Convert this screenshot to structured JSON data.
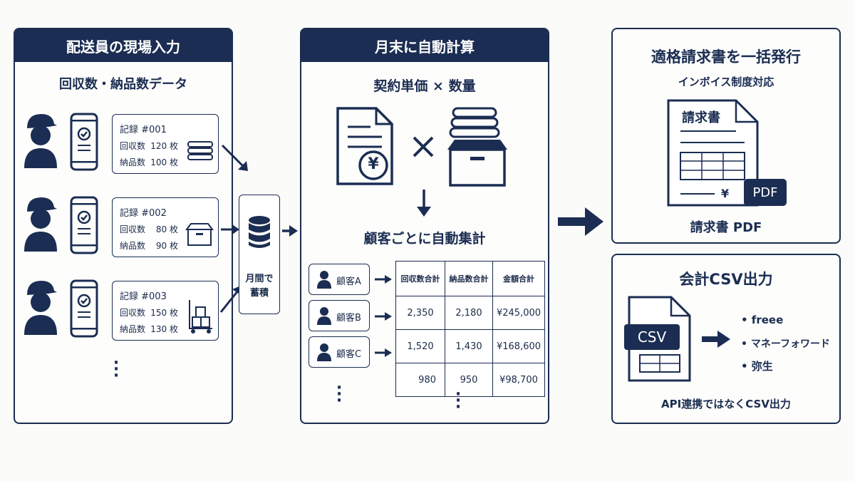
{
  "panel1": {
    "title": "配送員の現場入力",
    "subtitle": "回収数・納品数データ",
    "records": [
      {
        "id": "記録 #001",
        "recover_label": "回収数",
        "recover": "120 枚",
        "deliver_label": "納品数",
        "deliver": "100 枚"
      },
      {
        "id": "記録 #002",
        "recover_label": "回収数",
        "recover": "80 枚",
        "deliver_label": "納品数",
        "deliver": "90 枚"
      },
      {
        "id": "記録 #003",
        "recover_label": "回収数",
        "recover": "150 枚",
        "deliver_label": "納品数",
        "deliver": "130 枚"
      }
    ],
    "storage_label_1": "月間で",
    "storage_label_2": "蓄積"
  },
  "panel2": {
    "title": "月末に自動計算",
    "formula": "契約単価 × 数量",
    "yen_symbol": "¥",
    "aggregate_label": "顧客ごとに自動集計",
    "customers": [
      "顧客A",
      "顧客B",
      "顧客C"
    ],
    "table": {
      "headers": [
        "回収数合計",
        "納品数合計",
        "金額合計"
      ],
      "rows": [
        [
          "2,350",
          "2,180",
          "¥245,000"
        ],
        [
          "1,520",
          "1,430",
          "¥168,600"
        ],
        [
          "980",
          "950",
          "¥98,700"
        ]
      ]
    }
  },
  "panel3": {
    "title": "適格請求書を一括発行",
    "subtitle": "インボイス制度対応",
    "doc_title": "請求書",
    "doc_yen": "¥",
    "pdf_badge": "PDF",
    "caption": "請求書 PDF"
  },
  "panel4": {
    "title": "会計CSV出力",
    "csv_badge": "CSV",
    "targets": [
      "• freee",
      "• マネーフォワード",
      "• 弥生"
    ],
    "note": "API連携ではなくCSV出力"
  },
  "colors": {
    "navy": "#1b2d52",
    "background": "#fbfbf9"
  }
}
